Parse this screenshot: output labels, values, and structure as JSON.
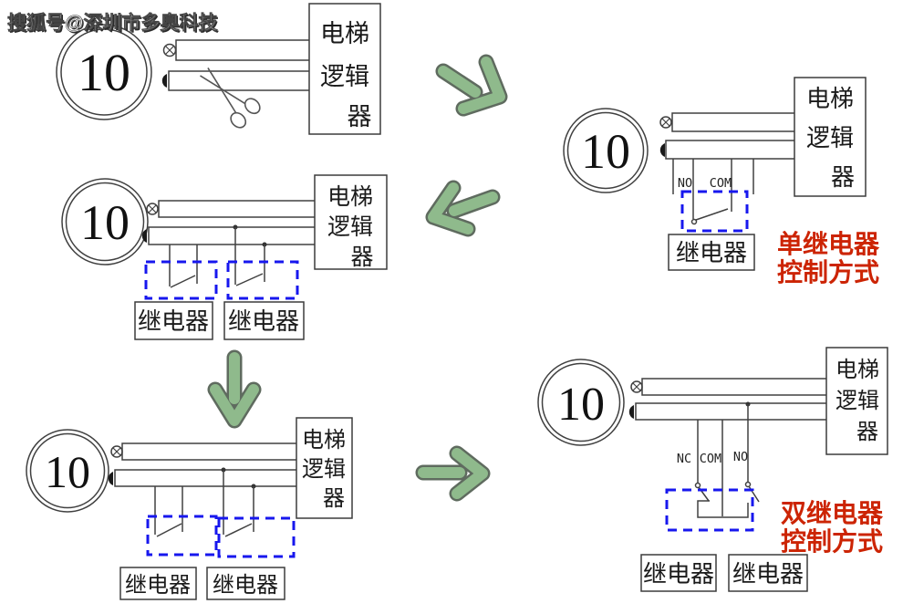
{
  "watermark": "搜狐号@深圳市多奥科技",
  "floor_label": "10",
  "logic_box": {
    "line1": "电梯",
    "line2": "逻辑",
    "line3": "器"
  },
  "relay_label": "继电器",
  "terminals": {
    "no": "NO",
    "com": "COM",
    "nc": "NC"
  },
  "caption_single": {
    "line1": "单继电器",
    "line2": "控制方式"
  },
  "caption_double": {
    "line1": "双继电器",
    "line2": "控制方式"
  },
  "colors": {
    "line": "#404040",
    "relay_dash": "#1717ee",
    "caption_red": "#cc2404",
    "arrow_fill": "#8fba8c",
    "arrow_outline": "#5f6b5f",
    "background": "#ffffff"
  }
}
